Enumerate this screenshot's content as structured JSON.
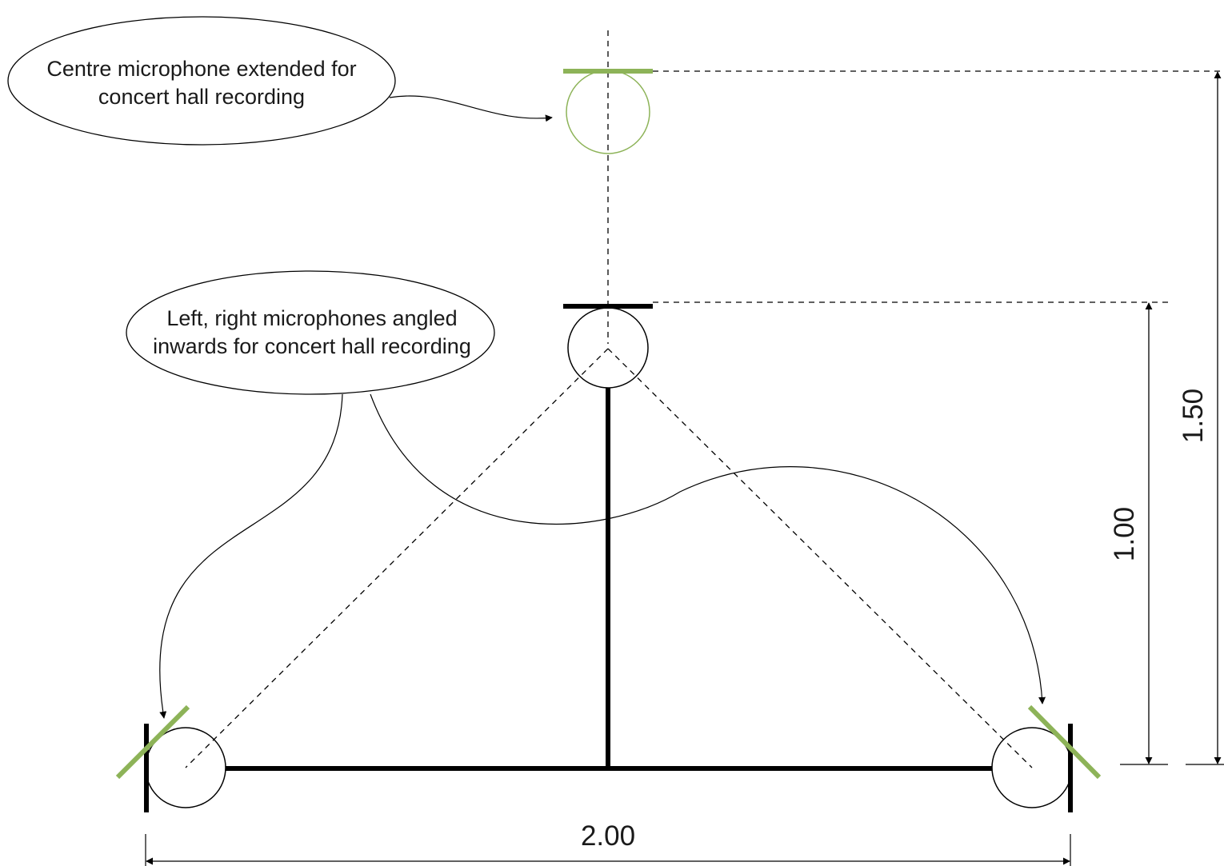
{
  "callouts": {
    "centre": {
      "line1": "Centre microphone extended for",
      "line2": "concert hall recording"
    },
    "left_right": {
      "line1": "Left, right microphones angled",
      "line2": "inwards for concert hall recording"
    }
  },
  "dimensions": {
    "width": "2.00",
    "inner_height": "1.00",
    "outer_height": "1.50"
  },
  "colors": {
    "ink": "#000000",
    "extended_capsule": "#8db358",
    "bubble_fill": "#ffffff"
  }
}
